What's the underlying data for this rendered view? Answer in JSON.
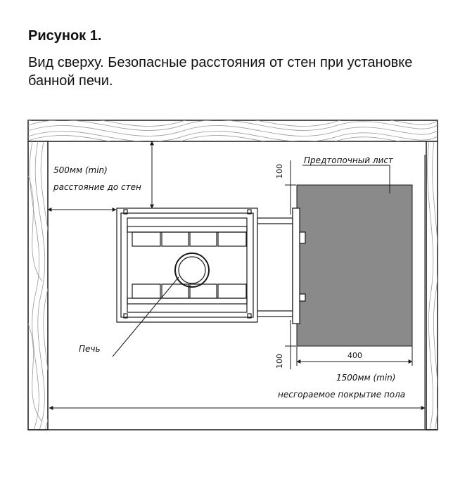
{
  "figure": {
    "label": "Рисунок 1.",
    "caption": "Вид сверху. Безопасные расстояния от стен при установке банной печи."
  },
  "annotations": {
    "wall_distance_value": "500мм (min)",
    "wall_distance_text": "расстояние до стен",
    "stove_label": "Печь",
    "pre_furnace_sheet": "Предтопочный лист",
    "dim_top": "100",
    "dim_bottom": "100",
    "dim_width": "400",
    "floor_distance_value": "1500мм (min)",
    "floor_distance_text": "несгораемое покрытие пола"
  },
  "colors": {
    "line": "#1a1a1a",
    "sheet_fill": "#8a8a8a",
    "hatch": "#9a9a9a"
  }
}
